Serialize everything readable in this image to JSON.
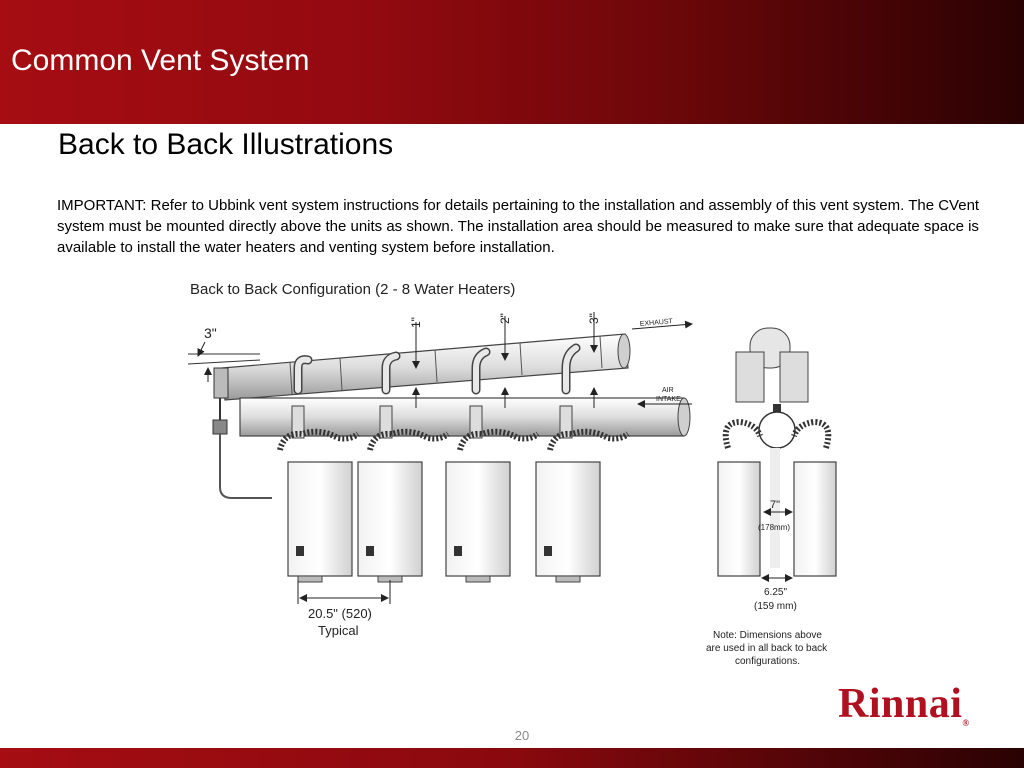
{
  "header": {
    "title": "Common Vent System"
  },
  "content": {
    "subtitle": "Back to Back Illustrations",
    "body": "IMPORTANT: Refer to Ubbink vent system instructions for details pertaining to the installation and assembly of this vent system. The CVent system must be mounted directly above the units as shown. The installation area should be measured to make sure that adequate space is available to install the water heaters and venting system before installation."
  },
  "figure": {
    "title": "Back to Back Configuration (2 - 8 Water Heaters)",
    "labels": {
      "slope_3": "3\"",
      "rise_1": "1\"",
      "rise_2": "2\"",
      "rise_3": "3\"",
      "exhaust": "EXHAUST",
      "air": "AIR",
      "intake": "INTAKE",
      "spacing": "20.5\" (520)",
      "typical": "Typical",
      "side_width": "7\"",
      "side_width_mm": "(178mm)",
      "bottom_gap": "6.25\"",
      "bottom_gap_mm": "(159 mm)",
      "note_line1": "Note: Dimensions above",
      "note_line2": "are  used in all back to back",
      "note_line3": "configurations."
    }
  },
  "footer": {
    "page_number": "20"
  },
  "brand": {
    "logo_text": "Rinnai",
    "registered": "®",
    "color": "#b01020"
  },
  "colors": {
    "header_red": "#a50d12",
    "header_dark": "#2a0203"
  }
}
